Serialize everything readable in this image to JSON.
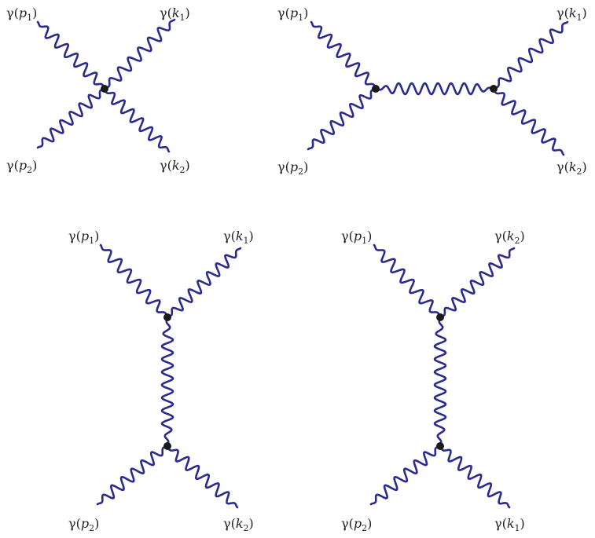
{
  "colors": {
    "photon": "#2b2b8f",
    "vertex": "#1a1a1a",
    "label": "#222222"
  },
  "diagrams": [
    {
      "id": "contact",
      "labels": {
        "p1": "γ(p1)",
        "p2": "γ(p2)",
        "k1": "γ(k1)",
        "k2": "γ(k2)"
      },
      "label_parts": {
        "p1": [
          "γ(",
          "p",
          "1",
          ")"
        ],
        "p2": [
          "γ(",
          "p",
          "2",
          ")"
        ],
        "k1": [
          "γ(",
          "k",
          "1",
          ")"
        ],
        "k2": [
          "γ(",
          "k",
          "2",
          ")"
        ]
      }
    },
    {
      "id": "s-channel",
      "labels": {
        "p1": "γ(p1)",
        "p2": "γ(p2)",
        "k1": "γ(k1)",
        "k2": "γ(k2)"
      },
      "label_parts": {
        "p1": [
          "γ(",
          "p",
          "1",
          ")"
        ],
        "p2": [
          "γ(",
          "p",
          "2",
          ")"
        ],
        "k1": [
          "γ(",
          "k",
          "1",
          ")"
        ],
        "k2": [
          "γ(",
          "k",
          "2",
          ")"
        ]
      }
    },
    {
      "id": "t-channel",
      "labels": {
        "p1": "γ(p1)",
        "p2": "γ(p2)",
        "k1": "γ(k1)",
        "k2": "γ(k2)"
      },
      "label_parts": {
        "p1": [
          "γ(",
          "p",
          "1",
          ")"
        ],
        "p2": [
          "γ(",
          "p",
          "2",
          ")"
        ],
        "k1": [
          "γ(",
          "k",
          "1",
          ")"
        ],
        "k2": [
          "γ(",
          "k",
          "2",
          ")"
        ]
      }
    },
    {
      "id": "u-channel",
      "labels": {
        "p1": "γ(p1)",
        "p2": "γ(p2)",
        "k2": "γ(k2)",
        "k1": "γ(k1)"
      },
      "label_parts": {
        "p1": [
          "γ(",
          "p",
          "1",
          ")"
        ],
        "p2": [
          "γ(",
          "p",
          "2",
          ")"
        ],
        "k2": [
          "γ(",
          "k",
          "2",
          ")"
        ],
        "k1": [
          "γ(",
          "k",
          "1",
          ")"
        ]
      }
    }
  ]
}
